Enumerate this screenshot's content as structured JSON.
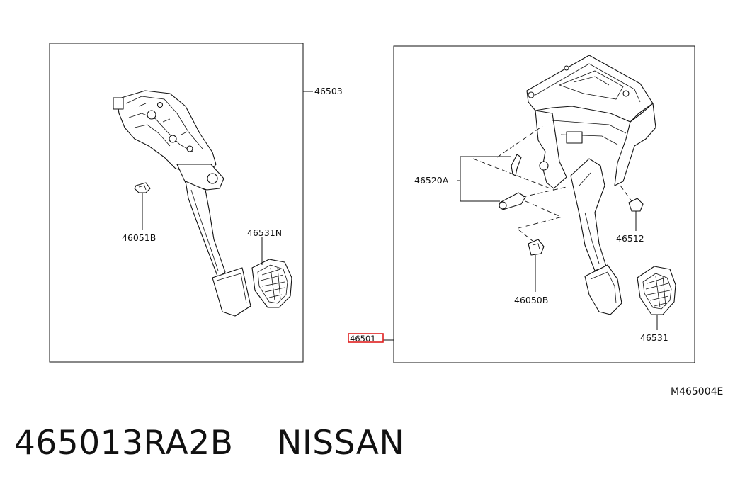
{
  "callouts": {
    "left_assembly": "46503",
    "left_bracket_clip": "46051B",
    "left_pad": "46531N",
    "right_assembly": "46501",
    "right_pin_set": "46520A",
    "right_stopper": "46512",
    "right_clip": "46050B",
    "right_pad": "46531"
  },
  "diagram_code": "M465004E",
  "footer": {
    "part_number": "465013RA2B",
    "brand": "NISSAN"
  },
  "colors": {
    "highlight": "#e02020",
    "ink": "#111111"
  }
}
